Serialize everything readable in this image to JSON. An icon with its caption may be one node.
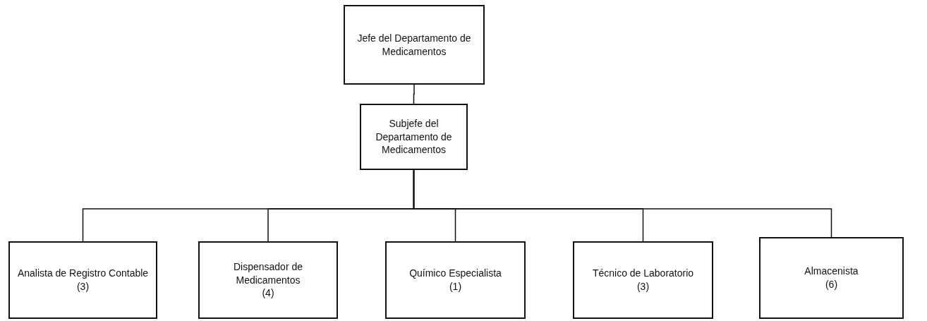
{
  "diagram": {
    "nodes": [
      {
        "text": [
          "Jefe del Departamento de Medicamentos"
        ]
      },
      {
        "text": [
          "Subjefe del Departamento de Medicamentos"
        ]
      },
      {
        "text": [
          "Analista de Registro Contable",
          "(3)"
        ]
      },
      {
        "text": [
          "Dispensador de Medicamentos",
          "(4)"
        ]
      },
      {
        "text": [
          "Químico Especialista",
          "(1)"
        ]
      },
      {
        "text": [
          "Técnico de Laboratorio",
          "(3)"
        ]
      },
      {
        "text": [
          "Almacenista",
          "(6)"
        ]
      }
    ],
    "edges": [
      {
        "from": 0,
        "to": 1,
        "arrow": "none"
      },
      {
        "from": 1,
        "to": 2,
        "arrow": "none"
      },
      {
        "from": 1,
        "to": 3,
        "arrow": "none"
      },
      {
        "from": 1,
        "to": 4,
        "arrow": "none"
      },
      {
        "from": 1,
        "to": 5,
        "arrow": "none"
      },
      {
        "from": 1,
        "to": 6,
        "arrow": "none"
      }
    ]
  }
}
